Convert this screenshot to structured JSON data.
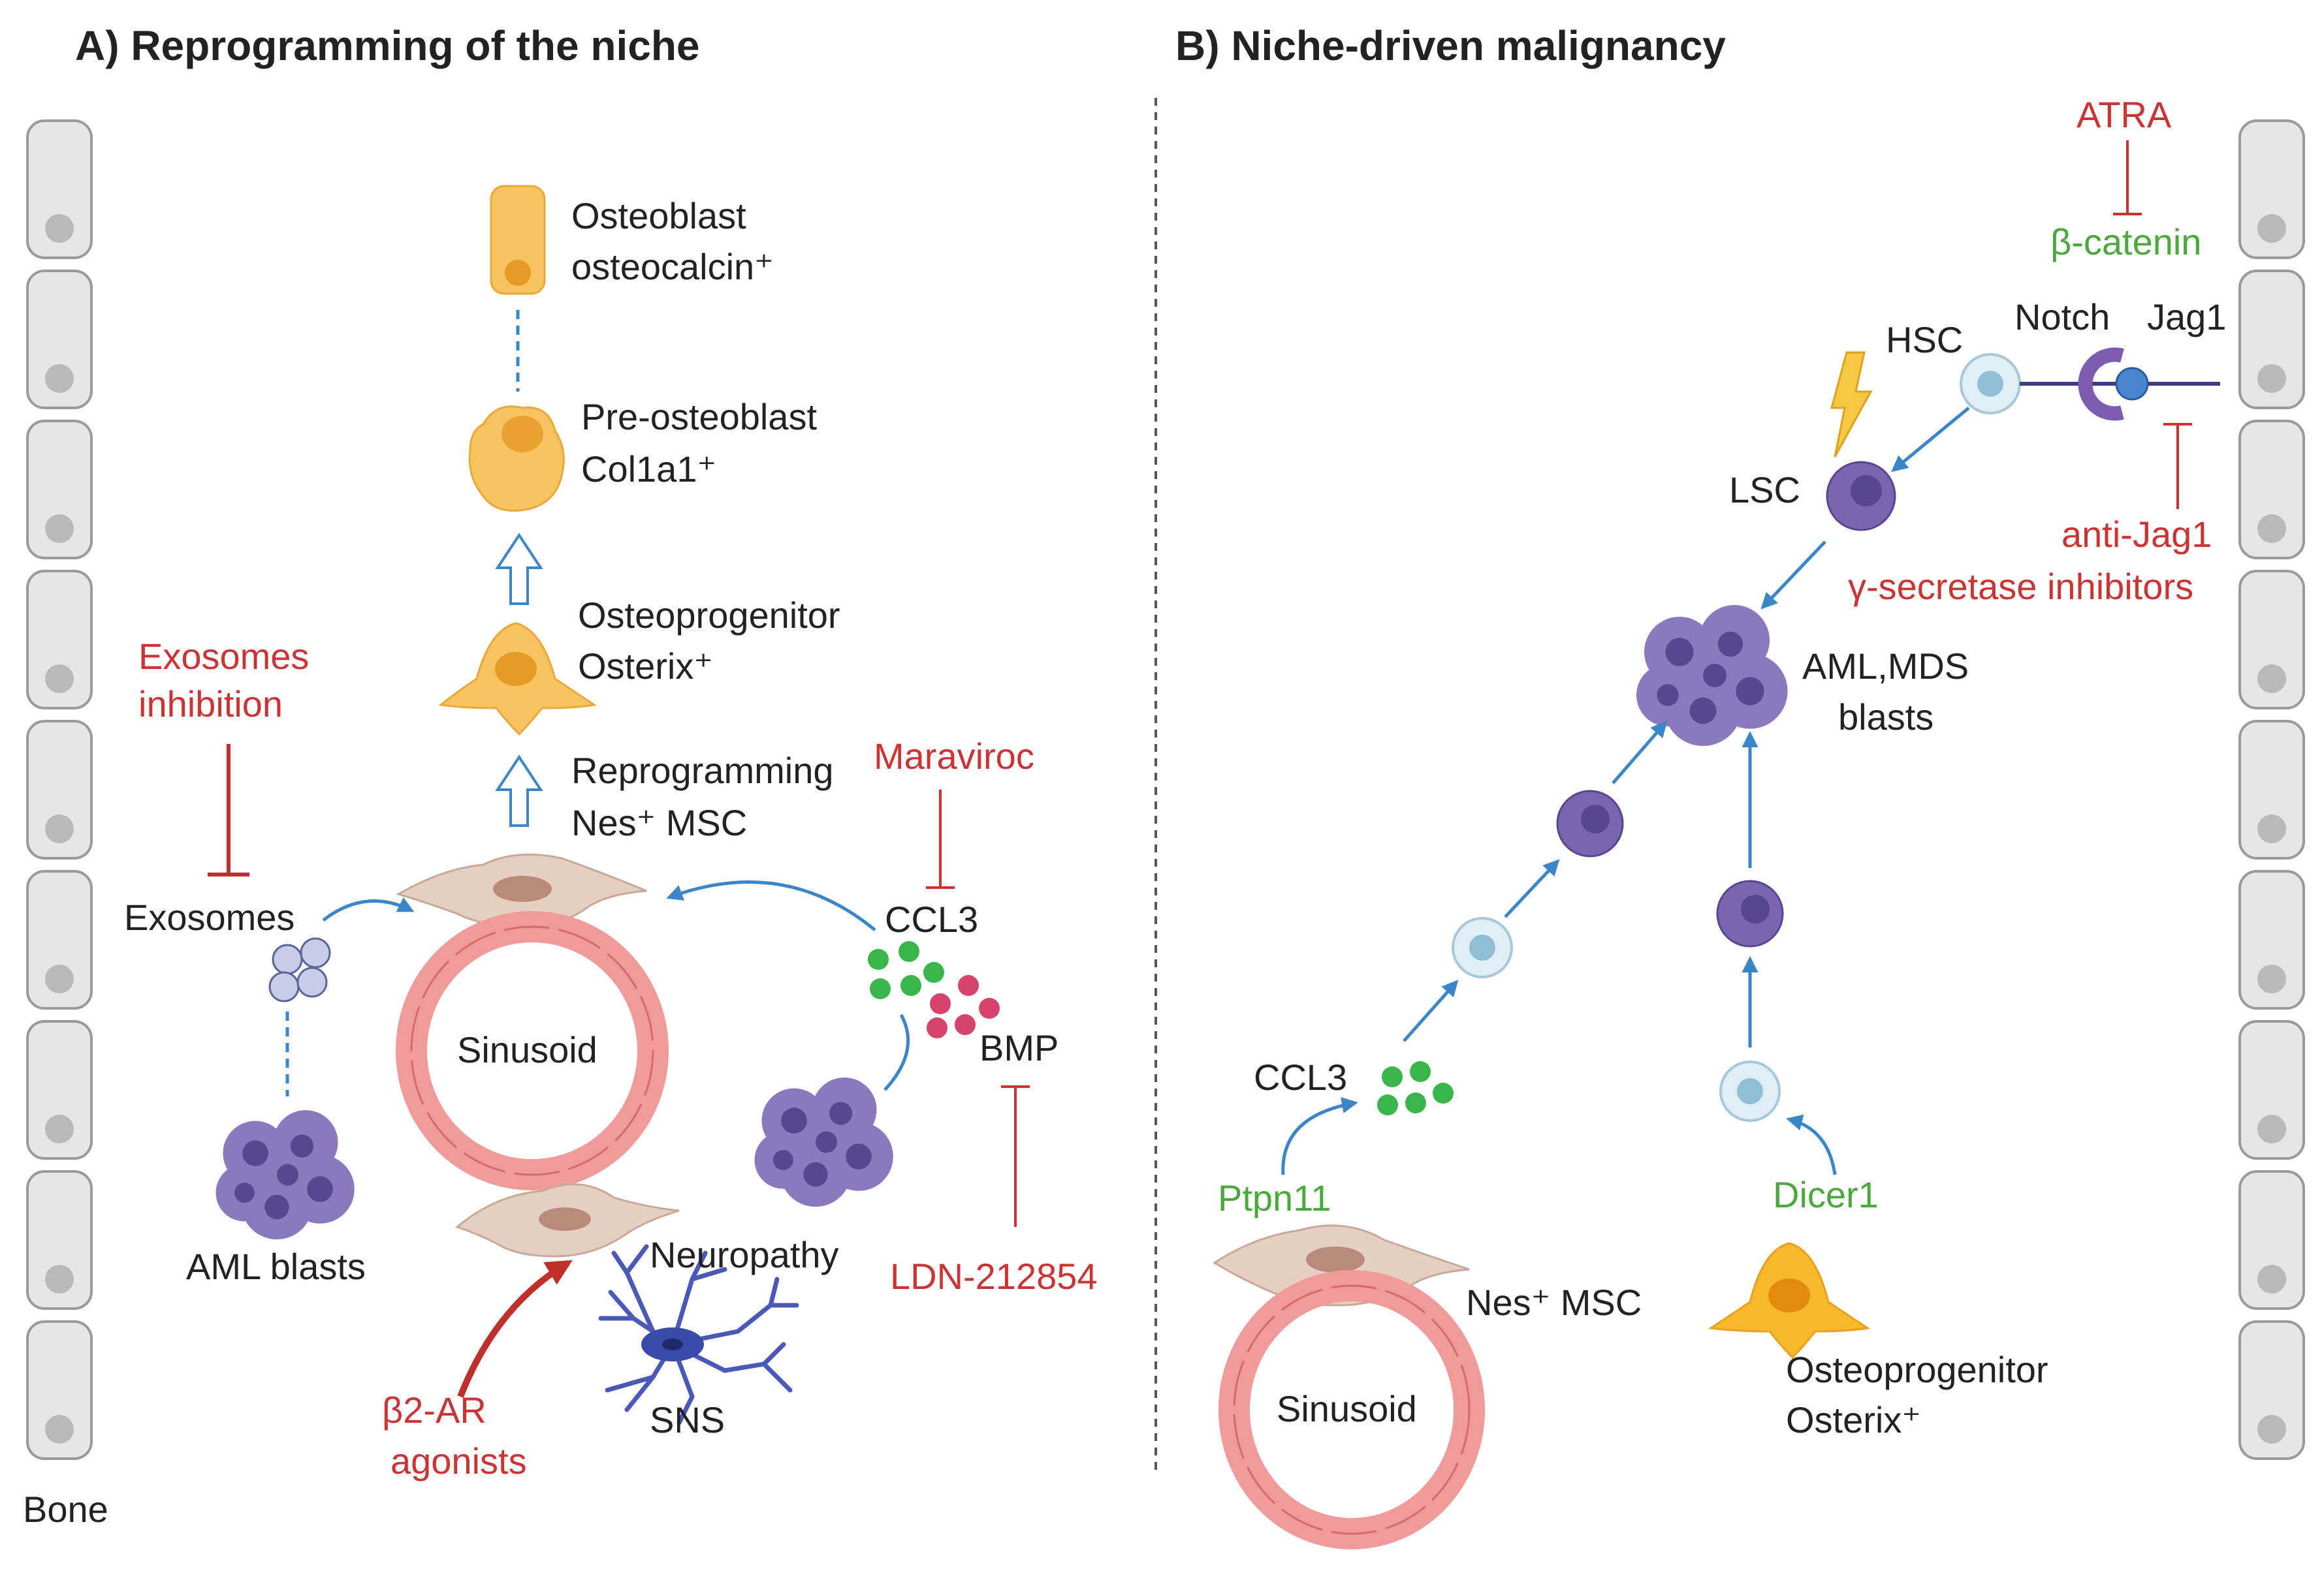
{
  "panel_a": {
    "title": "A) Reprogramming of the niche",
    "bone": "Bone",
    "osteoblast": [
      "Osteoblast",
      "osteocalcin⁺"
    ],
    "pre_osteoblast": [
      "Pre-osteoblast",
      "Col1a1⁺"
    ],
    "osteoprogenitor": [
      "Osteoprogenitor",
      "Osterix⁺"
    ],
    "reprogramming": [
      "Reprogramming",
      "Nes⁺ MSC"
    ],
    "exosomes_inhibition": [
      "Exosomes",
      "inhibition"
    ],
    "exosomes": "Exosomes",
    "maraviroc": "Maraviroc",
    "ccl3": "CCL3",
    "bmp": "BMP",
    "sinusoid": "Sinusoid",
    "aml_blasts": "AML blasts",
    "neuropathy": "Neuropathy",
    "sns": "SNS",
    "ldn": "LDN-212854",
    "b2ar": [
      "β2-AR",
      "agonists"
    ]
  },
  "panel_b": {
    "title": "B) Niche-driven malignancy",
    "atra": "ATRA",
    "beta_catenin": "β-catenin",
    "hsc": "HSC",
    "notch": "Notch",
    "jag1": "Jag1",
    "lsc": "LSC",
    "anti_jag1": "anti-Jag1",
    "gamma_secretase": "γ-secretase inhibitors",
    "aml_mds": [
      "AML,MDS",
      "blasts"
    ],
    "ccl3": "CCL3",
    "ptpn11": "Ptpn11",
    "dicer1": "Dicer1",
    "nes_msc": "Nes⁺ MSC",
    "sinusoid": "Sinusoid",
    "osteoprogenitor": [
      "Osteoprogenitor",
      "Osterix⁺"
    ]
  },
  "colors": {
    "inhibitor_red": "#cc3333",
    "gene_green": "#4aa83c",
    "arrow_blue": "#3a86c8",
    "blast_purple": "#7b64b0",
    "osteo_orange": "#f5b642"
  }
}
